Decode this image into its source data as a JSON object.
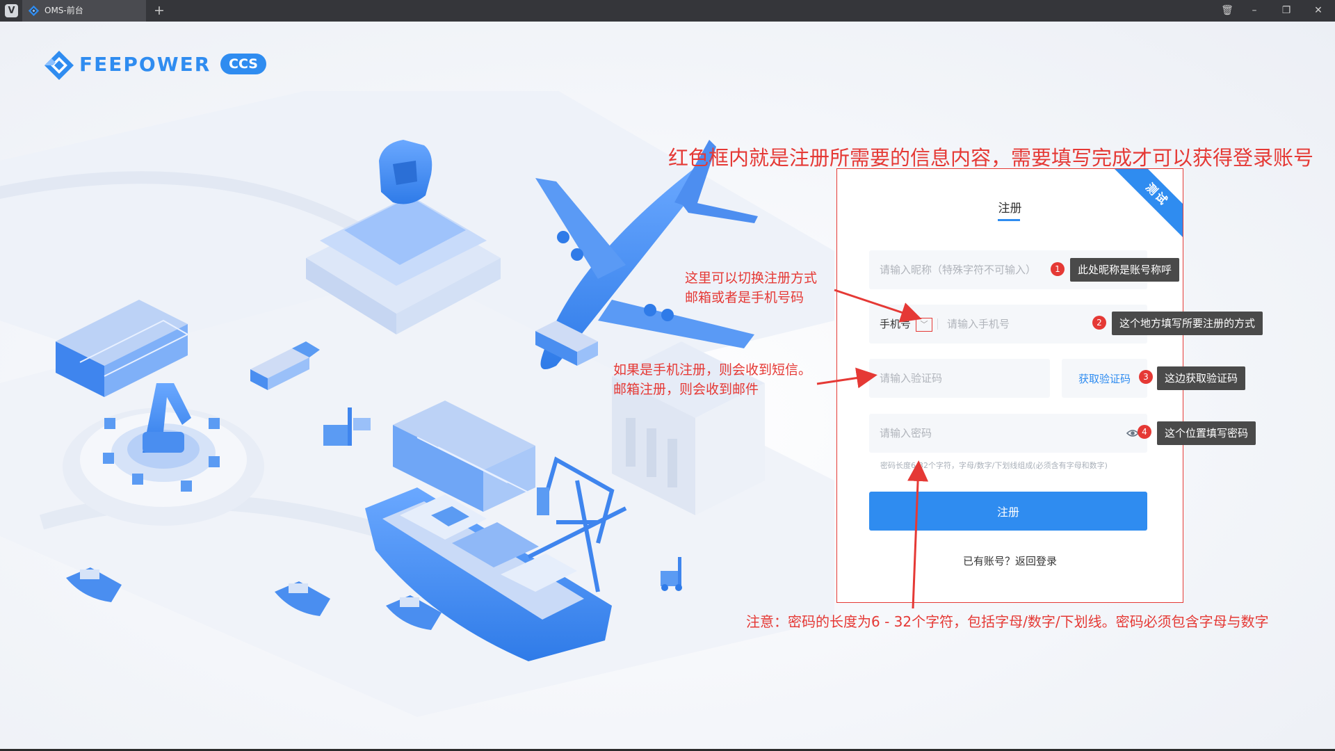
{
  "window": {
    "tab_title": "OMS-前台",
    "new_tab": "+",
    "app_icon": "V",
    "controls": {
      "trash": "🗑",
      "minimize": "–",
      "restore": "❐",
      "close": "✕"
    }
  },
  "brand": {
    "name": "FEEPOWER",
    "badge": "CCS",
    "color": "#2f8cf0"
  },
  "register": {
    "ribbon": "测试",
    "title": "注册",
    "nickname_placeholder": "请输入昵称（特殊字符不可输入）",
    "account_type": "手机号",
    "account_caret": "﹀",
    "phone_placeholder": "请输入手机号",
    "code_placeholder": "请输入验证码",
    "get_code_label": "获取验证码",
    "password_placeholder": "请输入密码",
    "password_hint": "密码长度6-32个字符，字母/数字/下划线组成(必须含有字母和数字)",
    "submit_label": "注册",
    "login_link": "已有账号？返回登录"
  },
  "annotations": {
    "top": "红色框内就是注册所需要的信息内容，需要填写完成才可以获得登录账号",
    "switch_line1": "这里可以切换注册方式",
    "switch_line2": "邮箱或者是手机号码",
    "sms_line1": "如果是手机注册，则会收到短信。",
    "sms_line2": "邮箱注册，则会收到邮件",
    "bottom": "注意：密码的长度为6 - 32个字符，包括字母/数字/下划线。密码必须包含字母与数字",
    "callouts": [
      {
        "num": "1",
        "text": "此处昵称是账号称呼"
      },
      {
        "num": "2",
        "text": "这个地方填写所要注册的方式"
      },
      {
        "num": "3",
        "text": "这边获取验证码"
      },
      {
        "num": "4",
        "text": "这个位置填写密码"
      }
    ],
    "color": "#e53935"
  }
}
